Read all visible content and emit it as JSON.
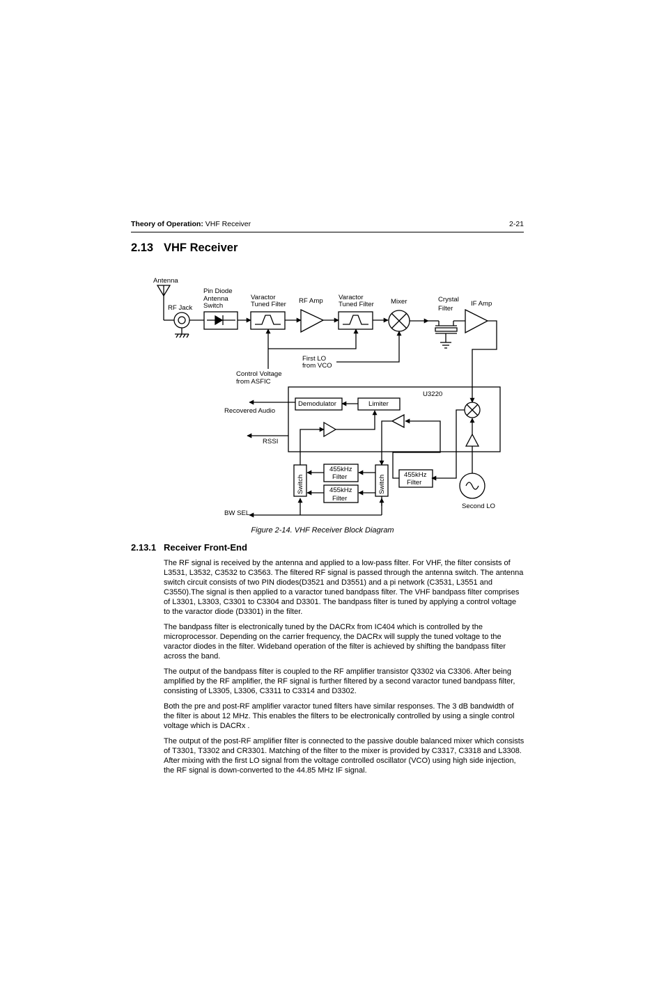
{
  "header": {
    "section": "Theory of Operation:",
    "title": " VHF Receiver",
    "page": "2-21"
  },
  "heading": {
    "number": "2.13",
    "title": "VHF Receiver"
  },
  "diagram": {
    "antenna": "Antenna",
    "rf_jack": "RF Jack",
    "pin_diode": [
      "Pin Diode",
      "Antenna",
      "Switch"
    ],
    "varactor1": [
      "Varactor",
      "Tuned Filter"
    ],
    "rf_amp": "RF Amp",
    "varactor2": [
      "Varactor",
      "Tuned Filter"
    ],
    "mixer": "Mixer",
    "crystal": [
      "Crystal",
      "Filter"
    ],
    "if_amp": "IF Amp",
    "first_lo": [
      "First LO",
      "from VCO"
    ],
    "control_voltage": [
      "Control Voltage",
      "from  ASFIC"
    ],
    "u3220": "U3220",
    "demodulator": "Demodulator",
    "limiter": "Limiter",
    "recovered_audio": "Recovered Audio",
    "rssi": "RSSI",
    "filter_455_a": [
      "455kHz",
      "Filter"
    ],
    "filter_455_b": [
      "455kHz",
      "Filter"
    ],
    "filter_455_c": [
      "455kHz",
      "Filter"
    ],
    "switch": "Switch",
    "second_lo": "Second LO",
    "bw_sel": "BW SEL"
  },
  "caption": "Figure 2-14.  VHF Receiver Block Diagram",
  "subheading": {
    "number": "2.13.1",
    "title": "Receiver Front-End"
  },
  "paragraphs": [
    "The RF signal is received by the antenna and applied to a low-pass filter. For VHF, the filter consists of L3531, L3532, C3532 to C3563. The filtered RF signal is passed through the antenna switch. The antenna switch circuit consists of two PIN diodes(D3521 and D3551) and a pi network (C3531, L3551 and C3550).The signal is then applied to a varactor tuned bandpass filter. The VHF bandpass filter  comprises of L3301, L3303, C3301 to C3304 and D3301. The bandpass filter is tuned by applying a control voltage to the varactor diode (D3301) in the filter.",
    "The bandpass filter is electronically tuned by the DACRx from IC404 which is controlled by the microprocessor. Depending on the carrier frequency, the DACRx will supply the tuned voltage to the varactor diodes in the filter. Wideband operation of the filter is achieved by shifting the bandpass filter across the band.",
    "The output of the bandpass filter is coupled to the RF amplifier transistor Q3302 via C3306. After being amplified by the RF amplifier, the RF signal is further filtered by a second varactor tuned bandpass filter, consisting of  L3305, L3306, C3311 to C3314 and  D3302.",
    "Both the pre and post-RF amplifier varactor tuned filters have similar responses. The 3 dB bandwidth of the filter is about 12 MHz. This enables the filters to be electronically controlled by using a single control voltage which is DACRx .",
    "The output of the post-RF amplifier filter is connected to the passive double balanced mixer which consists of T3301, T3302 and CR3301. Matching of the filter to the mixer is provided by C3317, C3318 and L3308. After mixing with the first LO signal from the voltage controlled oscillator (VCO) using high side injection, the RF signal is down-converted to the 44.85 MHz IF signal."
  ]
}
